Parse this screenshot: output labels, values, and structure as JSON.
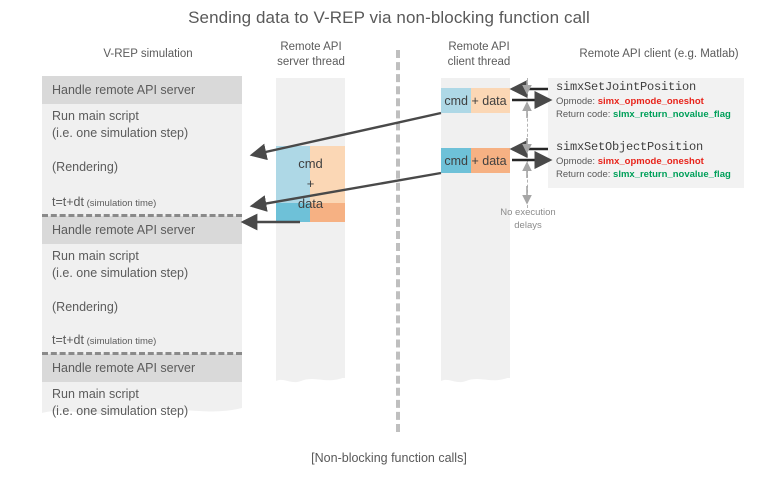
{
  "title": "Sending data to V-REP via non-blocking function call",
  "caption": "[Non-blocking function calls]",
  "columns": {
    "simulation": {
      "header": "V-REP simulation"
    },
    "server_thread": {
      "header_line1": "Remote API",
      "header_line2": "server thread"
    },
    "client_thread": {
      "header_line1": "Remote API",
      "header_line2": "client thread"
    },
    "client_app": {
      "header": "Remote API client (e.g. Matlab)"
    }
  },
  "simulation_steps": [
    {
      "label": "Handle remote API server",
      "highlight": true
    },
    {
      "label": "Run main script",
      "sub": "(i.e. one simulation step)",
      "highlight": false
    },
    {
      "label": "(Rendering)",
      "highlight": false
    },
    {
      "label": "t=t+dt",
      "small": "(simulation time)",
      "highlight": false
    },
    {
      "label": "Handle remote API server",
      "highlight": true
    },
    {
      "label": "Run main script",
      "sub": "(i.e. one simulation step)",
      "highlight": false
    },
    {
      "label": "(Rendering)",
      "highlight": false
    },
    {
      "label": "t=t+dt",
      "small": "(simulation time)",
      "highlight": false
    },
    {
      "label": "Handle remote API server",
      "highlight": true
    },
    {
      "label": "Run main script",
      "sub": "(i.e. one simulation step)",
      "highlight": false
    }
  ],
  "packets": {
    "cmd_label": "cmd",
    "plus_label": "+",
    "data_label": "data",
    "client_1_label": "cmd + data",
    "client_2_label": "cmd + data"
  },
  "api_calls": [
    {
      "name": "simxSetJointPosition",
      "opmode_label": "Opmode:",
      "opmode_value": "simx_opmode_oneshot",
      "return_label": "Return code:",
      "return_value": "slmx_return_novalue_flag"
    },
    {
      "name": "simxSetObjectPosition",
      "opmode_label": "Opmode:",
      "opmode_value": "simx_opmode_oneshot",
      "return_label": "Return code:",
      "return_value": "slmx_return_novalue_flag"
    }
  ],
  "annotations": {
    "no_delay_line1": "No execution",
    "no_delay_line2": "delays"
  },
  "colors": {
    "cmd_light": "#aed8e6",
    "data_light": "#fbd7b5",
    "cmd_dark": "#6ec1d8",
    "data_dark": "#f6b183",
    "column_bg": "#f0f0f0",
    "row_highlight": "#d9d9d9",
    "text": "#595959",
    "opmode_red": "#e8231a",
    "return_green": "#00a05a",
    "arrow_dark": "#494949",
    "divider_gray": "#bfbfbf"
  }
}
